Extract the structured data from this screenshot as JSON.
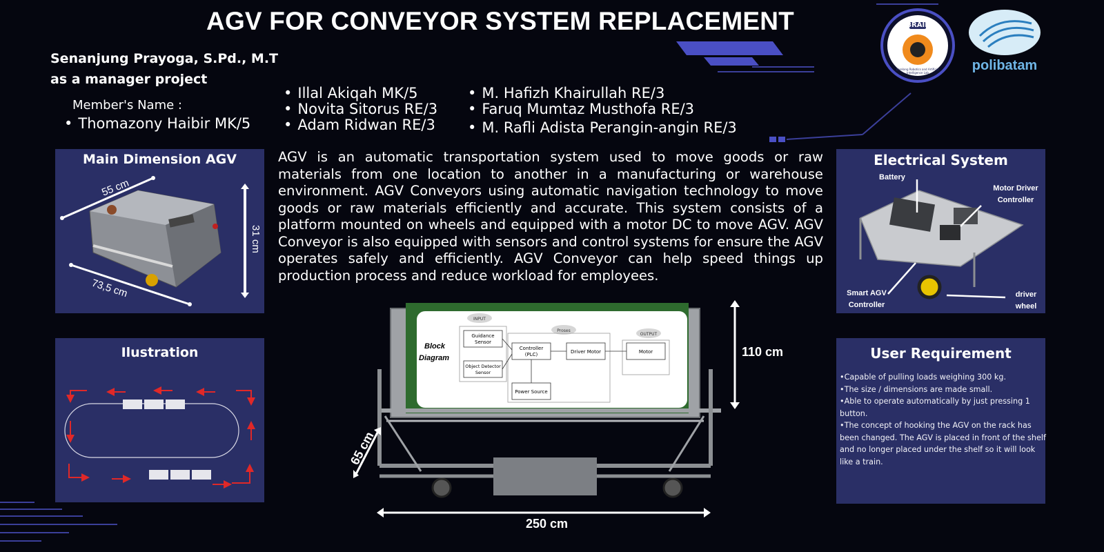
{
  "header": {
    "title": "AGV FOR CONVEYOR SYSTEM REPLACEMENT",
    "logo_brail_text": "BRAIL",
    "logo_brail_ring_text": "Barelang Robotics and Artificial Intelligence Lab",
    "logo_polibatam_text": "polibatam"
  },
  "team": {
    "manager_name": "Senanjung Prayoga, S.Pd., M.T",
    "manager_role": "as a manager project",
    "members_label": "Member's Name :",
    "members_col1": [
      "Thomazony Haibir MK/5"
    ],
    "members_col2": [
      "Illal Akiqah MK/5",
      "Novita Sitorus RE/3",
      "Adam Ridwan RE/3"
    ],
    "members_col3": [
      "M. Hafizh Khairullah RE/3",
      "Faruq Mumtaz Musthofa RE/3",
      "M. Rafli Adista Perangin-angin RE/3"
    ]
  },
  "dimension_panel": {
    "title": "Main Dimension AGV",
    "width_label": "55 cm",
    "length_label": "73,5 cm",
    "height_label": "31 cm"
  },
  "illustration_panel": {
    "title": "Ilustration"
  },
  "description": "AGV is an automatic transportation system used to move goods or raw materials from one location to another in a manufacturing or warehouse environment. AGV Conveyors using automatic navigation technology to move goods or raw materials efficiently and accurate. This system consists of a platform mounted on wheels and equipped with a motor DC to move AGV. AGV Conveyor is also equipped with sensors and control systems for ensure the AGV operates safely and efficiently. AGV Conveyor can help speed things up production process and reduce workload for employees.",
  "block_diagram": {
    "title_line1": "Block",
    "title_line2": "Diagram",
    "input_label": "INPUT",
    "process_label": "Proses",
    "output_label": "OUTPUT",
    "guidance_sensor_line1": "Guidance",
    "guidance_sensor_line2": "Sensor",
    "object_sensor_line1": "Object Detector",
    "object_sensor_line2": "Sensor",
    "controller_line1": "Controller",
    "controller_line2": "(PLC)",
    "driver_motor": "Driver Motor",
    "motor": "Motor",
    "power_source": "Power Source"
  },
  "cart_dimensions": {
    "height_label": "110  cm",
    "depth_label": "65  cm",
    "width_label": "250  cm"
  },
  "electrical_panel": {
    "title": "Electrical System",
    "battery": "Battery",
    "motor_driver_line1": "Motor Driver",
    "motor_driver_line2": "Controller",
    "smart_agv_line1": "Smart AGV",
    "smart_agv_line2": "Controller",
    "driver_wheel_line1": "driver",
    "driver_wheel_line2": "wheel"
  },
  "requirement_panel": {
    "title": "User Requirement",
    "items": [
      "Capable of pulling loads weighing 300 kg.",
      "The size / dimensions are made small.",
      "Able to operate automatically by just pressing 1 button.",
      "The concept of hooking the AGV on the rack has been changed. The AGV is placed in front of the shelf and no longer placed under the shelf so it will look like a train."
    ]
  },
  "colors": {
    "background": "#05060f",
    "panel": "#2a2f66",
    "accent_blue": "#3b3f9a",
    "arrow_red": "#e02828",
    "frame_green": "#2e6b2e"
  }
}
